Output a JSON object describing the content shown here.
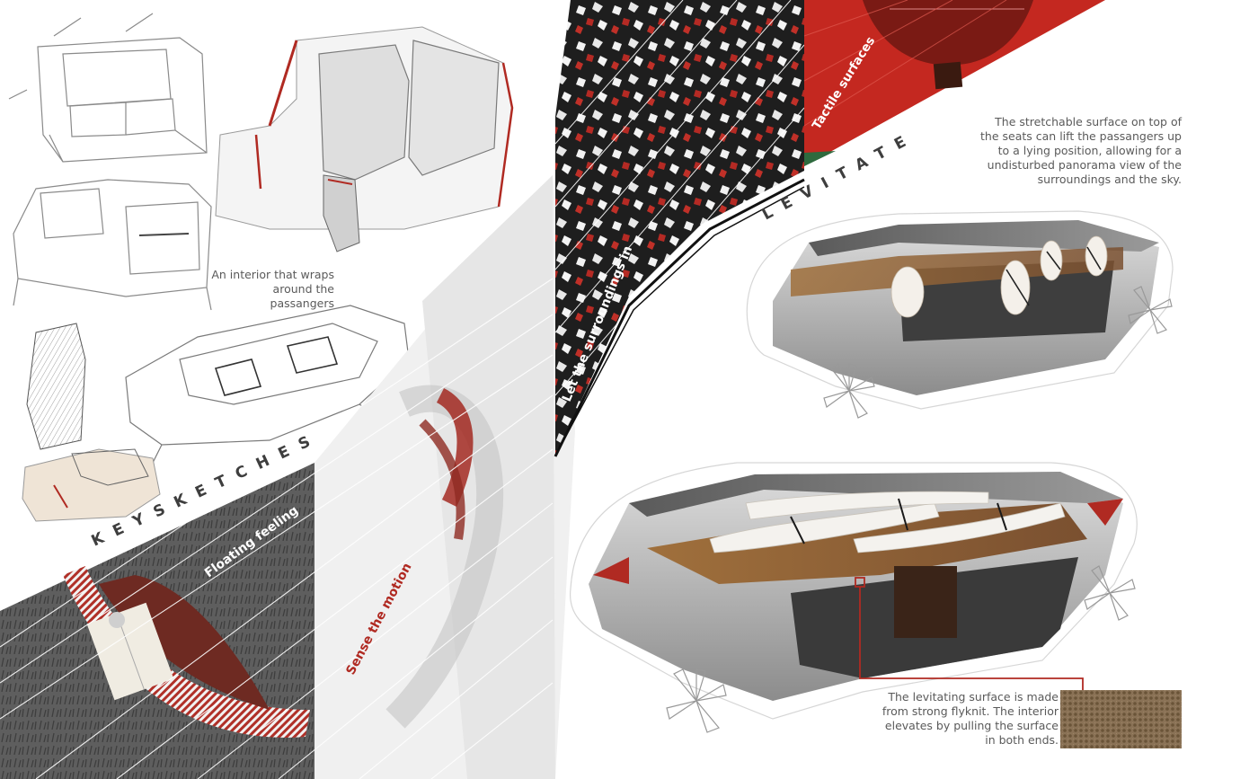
{
  "headings": {
    "keysketches": "KEYSKETCHES",
    "levitate": "LEVITATE"
  },
  "banners": {
    "floating": "Floating feeling",
    "motion": "Sense the motion",
    "surroundings": "Let the surroundings in",
    "tactile": "Tactile surfaces"
  },
  "captions": {
    "wraps": [
      "An interior that wraps",
      "around the passangers"
    ],
    "stretch": [
      "The stretchable surface on top of",
      "the seats can lift the passangers up",
      "to a lying position, allowing for a",
      "undisturbed panorama view of the",
      "surroundings and the sky."
    ],
    "levitating": [
      "The levitating surface is made",
      "from strong flyknit. The interior",
      "elevates by pulling the surface",
      "in both ends."
    ]
  },
  "colors": {
    "accent_red": "#b02a22",
    "dark_panel": "#2a2a2a",
    "sketch_gray": "#8a8a8a",
    "caption_gray": "#5a5a5a",
    "knit_brown": "#7a6448"
  },
  "icons": [
    "wheel-flower-icon"
  ]
}
